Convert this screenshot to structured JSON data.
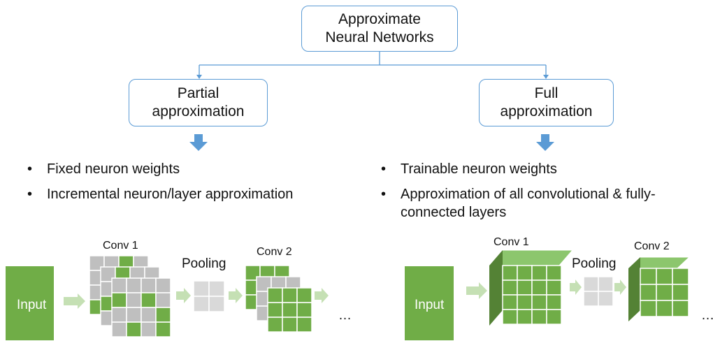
{
  "root": {
    "line1": "Approximate",
    "line2": "Neural Networks"
  },
  "left": {
    "title_line1": "Partial",
    "title_line2": "approximation",
    "bullets": [
      "Fixed neuron weights",
      "Incremental neuron/layer approximation"
    ],
    "input_label": "Input",
    "conv1_label": "Conv 1",
    "pooling_label": "Pooling",
    "conv2_label": "Conv 2",
    "ellipsis": "…"
  },
  "right": {
    "title_line1": "Full",
    "title_line2": "approximation",
    "bullets": [
      "Trainable neuron weights",
      "Approximation of all convolutional & fully-connected layers"
    ],
    "input_label": "Input",
    "conv1_label": "Conv 1",
    "pooling_label": "Pooling",
    "conv2_label": "Conv 2",
    "ellipsis": "…"
  },
  "colors": {
    "green": "#70ad47",
    "grid_gray": "#bfbfbf",
    "light_gray": "#d9d9d9",
    "arrow_green": "#c5e0b4",
    "connector_blue": "#5b9bd5",
    "down_arrow_blue": "#5b9bd5"
  }
}
